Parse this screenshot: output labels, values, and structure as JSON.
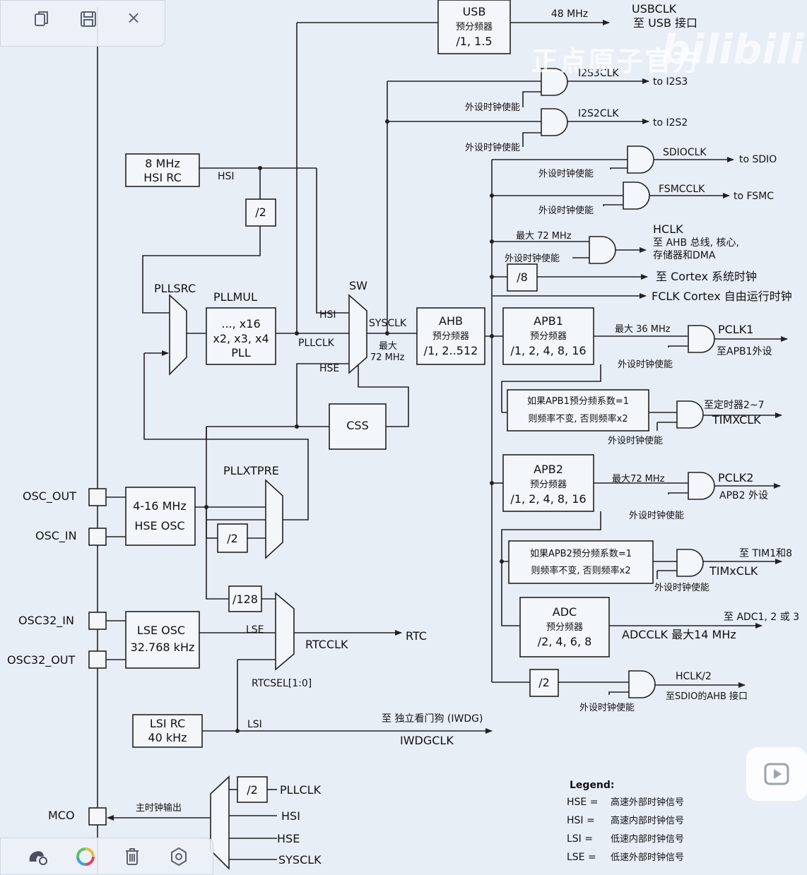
{
  "toolbar": {
    "icons": [
      "copy-icon",
      "save-icon",
      "close-icon"
    ],
    "close_glyph": "×",
    "bottom_icons": [
      "color-settings-icon",
      "color-wheel-icon",
      "trash-icon",
      "settings-icon"
    ]
  },
  "watermark": {
    "text": "正点原子官方",
    "logo": "bilibili"
  },
  "diagram": {
    "usb_box": [
      "USB",
      "预分频器",
      "/1, 1.5"
    ],
    "usb_freq": "48 MHz",
    "usbclk": [
      "USBCLK",
      "至 USB 接口"
    ],
    "i2s3": [
      "I2S3CLK",
      "to I2S3"
    ],
    "i2s2": [
      "I2S2CLK",
      "to I2S2"
    ],
    "sdio": [
      "SDIOCLK",
      "to SDIO"
    ],
    "fsmc": [
      "FSMCCLK",
      "to FSMC"
    ],
    "periph_enable": "外设时钟使能",
    "hsi_box": [
      "8 MHz",
      "HSI RC"
    ],
    "hsi": "HSI",
    "div2": "/2",
    "div8": "/8",
    "div128": "/128",
    "max72": "最大 72 MHz",
    "max72_b": "最大72 MHz",
    "max36": "最大 36 MHz",
    "hclk": [
      "HCLK",
      "至 AHB 总线, 核心,",
      "存储器和DMA"
    ],
    "cortex_timer": "至 Cortex 系统时钟",
    "fclk": "FCLK Cortex 自由运行时钟",
    "pllsrc": "PLLSRC",
    "pllmul": "PLLMUL",
    "pll_box": [
      "..., x16",
      "x2, x3, x4",
      "PLL"
    ],
    "sw": "SW",
    "sysclk": "SYSCLK",
    "pllclk": "PLLCLK",
    "hse": "HSE",
    "max_lbl": "最大",
    "max_freq": "72 MHz",
    "ahb_box": [
      "AHB",
      "预分频器",
      "/1, 2..512"
    ],
    "apb1_box": [
      "APB1",
      "预分频器",
      "/1, 2, 4, 8, 16"
    ],
    "pclk1": [
      "PCLK1",
      "至APB1外设"
    ],
    "apb1_note": [
      "如果APB1预分频系数=1",
      "则频率不变, 否则频率x2"
    ],
    "timxclk1": [
      "至定时器2~7",
      "TIMXCLK"
    ],
    "css": "CSS",
    "pllxtpre": "PLLXTPRE",
    "apb2_box": [
      "APB2",
      "预分频器",
      "/1, 2, 4, 8, 16"
    ],
    "pclk2": [
      "PCLK2",
      "APB2 外设"
    ],
    "apb2_note": [
      "如果APB2预分频系数=1",
      "则频率不变, 否则频率x2"
    ],
    "timxclk2": [
      "至 TIM1和8",
      "TIMxCLK"
    ],
    "osc_out": "OSC_OUT",
    "osc_in": "OSC_IN",
    "hse_box": [
      "4-16 MHz",
      "HSE OSC"
    ],
    "osc32_in": "OSC32_IN",
    "osc32_out": "OSC32_OUT",
    "lse_box": [
      "LSE OSC",
      "32.768 kHz"
    ],
    "lse": "LSE",
    "rtcclk": "RTCCLK",
    "rtc": "RTC",
    "rtcsel": "RTCSEL[1:0]",
    "adc_box": [
      "ADC",
      "预分频器",
      "/2, 4, 6, 8"
    ],
    "adc_to": "至 ADC1, 2 或 3",
    "adcclk": "ADCCLK 最大14 MHz",
    "hclk2": [
      "HCLK/2",
      "至SDIO的AHB 接口"
    ],
    "lsi_box": [
      "LSI RC",
      "40 kHz"
    ],
    "lsi": "LSI",
    "iwdg": [
      "至 独立看门狗 (IWDG)",
      "IWDGCLK"
    ],
    "mco": "MCO",
    "mco_out": "主时钟输出",
    "mco_inputs": [
      "PLLCLK",
      "HSI",
      "HSE",
      "SYSCLK"
    ],
    "legend_title": "Legend:",
    "legend": [
      [
        "HSE =",
        "高速外部时钟信号"
      ],
      [
        "HSI =",
        "高速内部时钟信号"
      ],
      [
        "LSI =",
        "低速内部时钟信号"
      ],
      [
        "LSE =",
        "低速外部时钟信号"
      ]
    ]
  }
}
